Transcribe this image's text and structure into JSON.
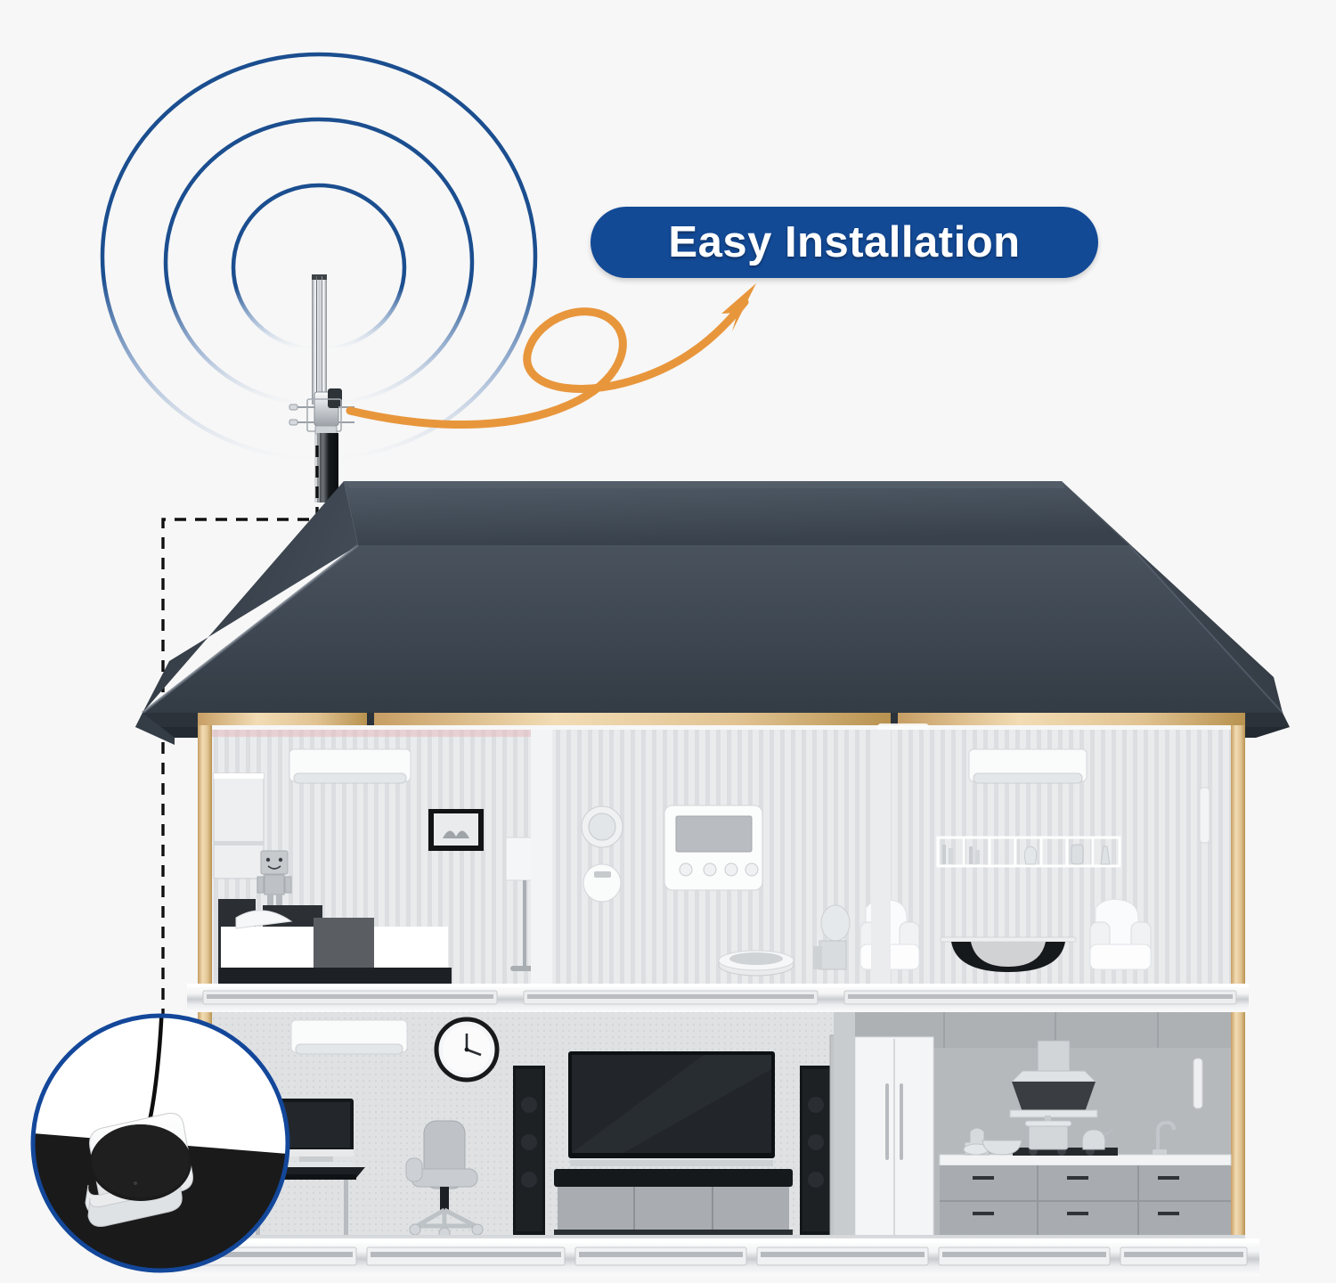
{
  "background_color": "#f7f7f7",
  "badge": {
    "label": "Easy Installation",
    "background_color": "#134A96",
    "text_color": "#ffffff"
  },
  "colors": {
    "signal_ring": "#1B4E8F",
    "arrow": "#E8963C",
    "roof": "#3D4651",
    "roof_light": "#4D5762",
    "wall_frame": "#E8C99A",
    "inset_border": "#13479A",
    "floor_slab": "#FFFFFF",
    "room_wall": "#DCDCDC",
    "leader_line": "#111111"
  },
  "annotations": {
    "signal_rings_count": 3,
    "leader_line_style": "dashed",
    "arrow_description": "curved looping arrow pointing to badge"
  },
  "scene": {
    "title_alt": "Cutaway house illustration with rooftop antenna",
    "rooftop_antenna": {
      "name": "rooftop-antenna",
      "mast_color": "#D8DADC",
      "pole_color": "#15181C"
    },
    "inset": {
      "name": "installation-closeup",
      "device": "indoor-antenna-puck",
      "device_body_color": "#FFFFFF",
      "device_top_color": "#1C1C1C",
      "surface_color": "#1A1A1A",
      "cable_color": "#121212"
    },
    "floors": [
      {
        "name": "upper-floor",
        "rooms": [
          {
            "name": "bedroom",
            "items": [
              "air-conditioner",
              "framed-picture",
              "robot-toy",
              "nightstand",
              "bed",
              "floor-lamp",
              "wardrobe"
            ]
          },
          {
            "name": "hallway-control-area",
            "items": [
              "wall-control-panel",
              "smoke-detector",
              "round-wall-device",
              "robot-vacuum"
            ]
          },
          {
            "name": "living-room",
            "items": [
              "air-conditioner",
              "wall-shelf",
              "armchair-left",
              "armchair-right",
              "coffee-table",
              "floor-speaker-lamp",
              "wall-sconce"
            ]
          }
        ]
      },
      {
        "name": "lower-floor",
        "rooms": [
          {
            "name": "home-office",
            "items": [
              "air-conditioner",
              "wall-clock",
              "desk",
              "monitor",
              "office-chair"
            ]
          },
          {
            "name": "media-room",
            "items": [
              "television",
              "media-console",
              "soundbar",
              "floor-speaker-left",
              "floor-speaker-right",
              "door"
            ]
          },
          {
            "name": "kitchen",
            "items": [
              "refrigerator",
              "range-hood",
              "cooktop",
              "stock-pot",
              "kettle",
              "mixer",
              "bowl",
              "sink-faucet",
              "cabinets",
              "wall-sconce"
            ]
          }
        ]
      }
    ]
  }
}
